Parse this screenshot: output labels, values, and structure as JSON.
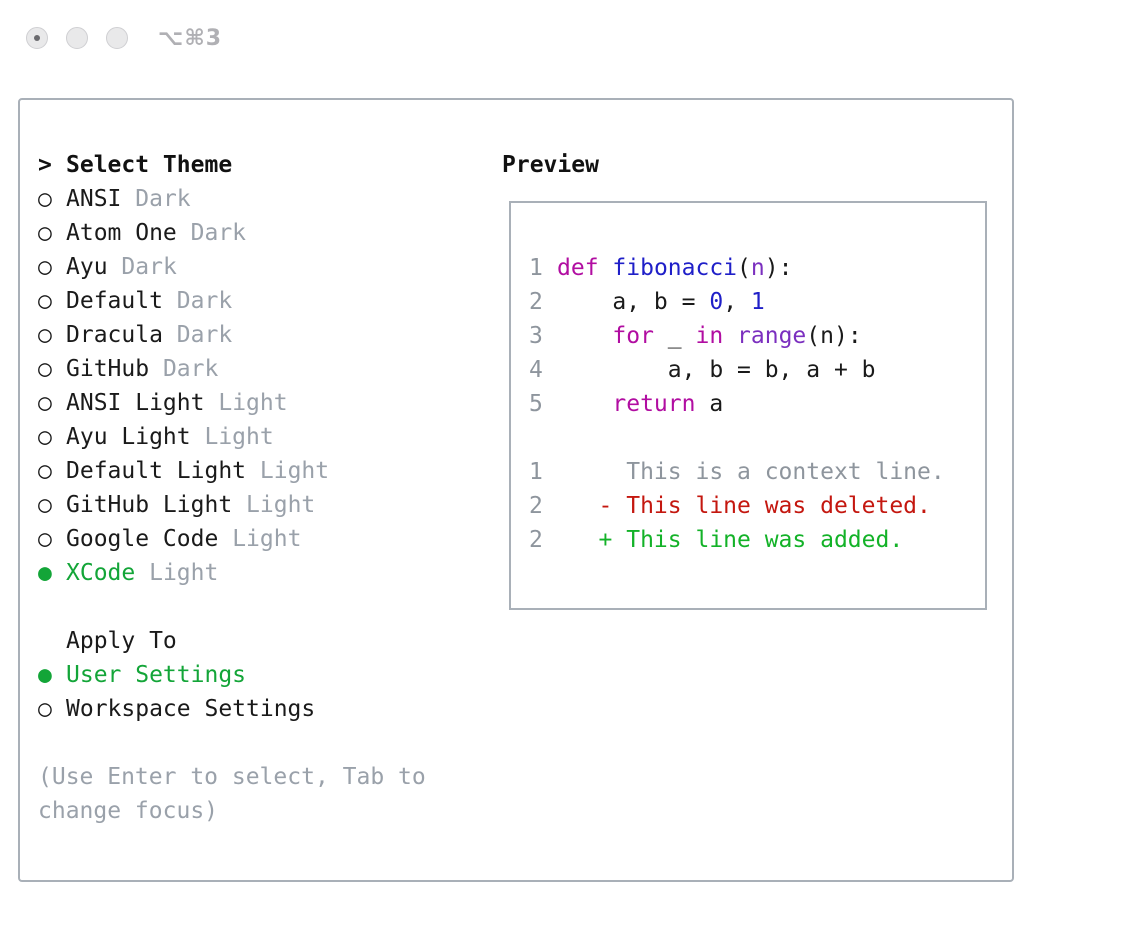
{
  "window": {
    "shortcut": "⌥⌘3"
  },
  "themes": {
    "heading_marker": ">",
    "heading": "Select Theme",
    "items": [
      {
        "name": "ANSI",
        "variant": "Dark",
        "selected": false,
        "marker": "○"
      },
      {
        "name": "Atom One",
        "variant": "Dark",
        "selected": false,
        "marker": "○"
      },
      {
        "name": "Ayu",
        "variant": "Dark",
        "selected": false,
        "marker": "○"
      },
      {
        "name": "Default",
        "variant": "Dark",
        "selected": false,
        "marker": "○"
      },
      {
        "name": "Dracula",
        "variant": "Dark",
        "selected": false,
        "marker": "○"
      },
      {
        "name": "GitHub",
        "variant": "Dark",
        "selected": false,
        "marker": "○"
      },
      {
        "name": "ANSI Light",
        "variant": "Light",
        "selected": false,
        "marker": "○"
      },
      {
        "name": "Ayu Light",
        "variant": "Light",
        "selected": false,
        "marker": "○"
      },
      {
        "name": "Default Light",
        "variant": "Light",
        "selected": false,
        "marker": "○"
      },
      {
        "name": "GitHub Light",
        "variant": "Light",
        "selected": false,
        "marker": "○"
      },
      {
        "name": "Google Code",
        "variant": "Light",
        "selected": false,
        "marker": "○"
      },
      {
        "name": "XCode",
        "variant": "Light",
        "selected": true,
        "marker": "●"
      }
    ]
  },
  "apply_to": {
    "heading": "Apply To",
    "items": [
      {
        "label": "User Settings",
        "selected": true,
        "marker": "●"
      },
      {
        "label": "Workspace Settings",
        "selected": false,
        "marker": "○"
      }
    ]
  },
  "hint": {
    "line1": "(Use Enter to select, Tab to",
    "line2": "change focus)"
  },
  "preview": {
    "title": "Preview",
    "code": [
      {
        "num": "1",
        "tokens": [
          {
            "t": "def",
            "c": "kw"
          },
          {
            "t": " ",
            "c": ""
          },
          {
            "t": "fibonacci",
            "c": "fn"
          },
          {
            "t": "(",
            "c": ""
          },
          {
            "t": "n",
            "c": "bi"
          },
          {
            "t": "):",
            "c": ""
          }
        ]
      },
      {
        "num": "2",
        "tokens": [
          {
            "t": "    a, b = ",
            "c": ""
          },
          {
            "t": "0",
            "c": "num"
          },
          {
            "t": ", ",
            "c": ""
          },
          {
            "t": "1",
            "c": "num"
          }
        ]
      },
      {
        "num": "3",
        "tokens": [
          {
            "t": "    ",
            "c": ""
          },
          {
            "t": "for",
            "c": "kw"
          },
          {
            "t": " _ ",
            "c": ""
          },
          {
            "t": "in",
            "c": "kw"
          },
          {
            "t": " ",
            "c": ""
          },
          {
            "t": "range",
            "c": "bi"
          },
          {
            "t": "(n):",
            "c": ""
          }
        ]
      },
      {
        "num": "4",
        "tokens": [
          {
            "t": "        a, b = b, a + b",
            "c": ""
          }
        ]
      },
      {
        "num": "5",
        "tokens": [
          {
            "t": "    ",
            "c": ""
          },
          {
            "t": "return",
            "c": "kw"
          },
          {
            "t": " a",
            "c": ""
          }
        ]
      }
    ],
    "diff": [
      {
        "num": "1",
        "text": "     This is a context line.",
        "kind": "ctx"
      },
      {
        "num": "2",
        "text": "   - This line was deleted.",
        "kind": "del"
      },
      {
        "num": "2",
        "text": "   + This line was added.",
        "kind": "add"
      }
    ]
  },
  "colors": {
    "selected": "#13a538",
    "dim": "#9aa1aa",
    "keyword": "#b10da1",
    "function": "#1f1fc8",
    "number": "#1f1fc8",
    "builtin": "#7b2fbf",
    "deleted": "#c4170f",
    "added": "#13b228",
    "border": "#a9b0b8"
  }
}
